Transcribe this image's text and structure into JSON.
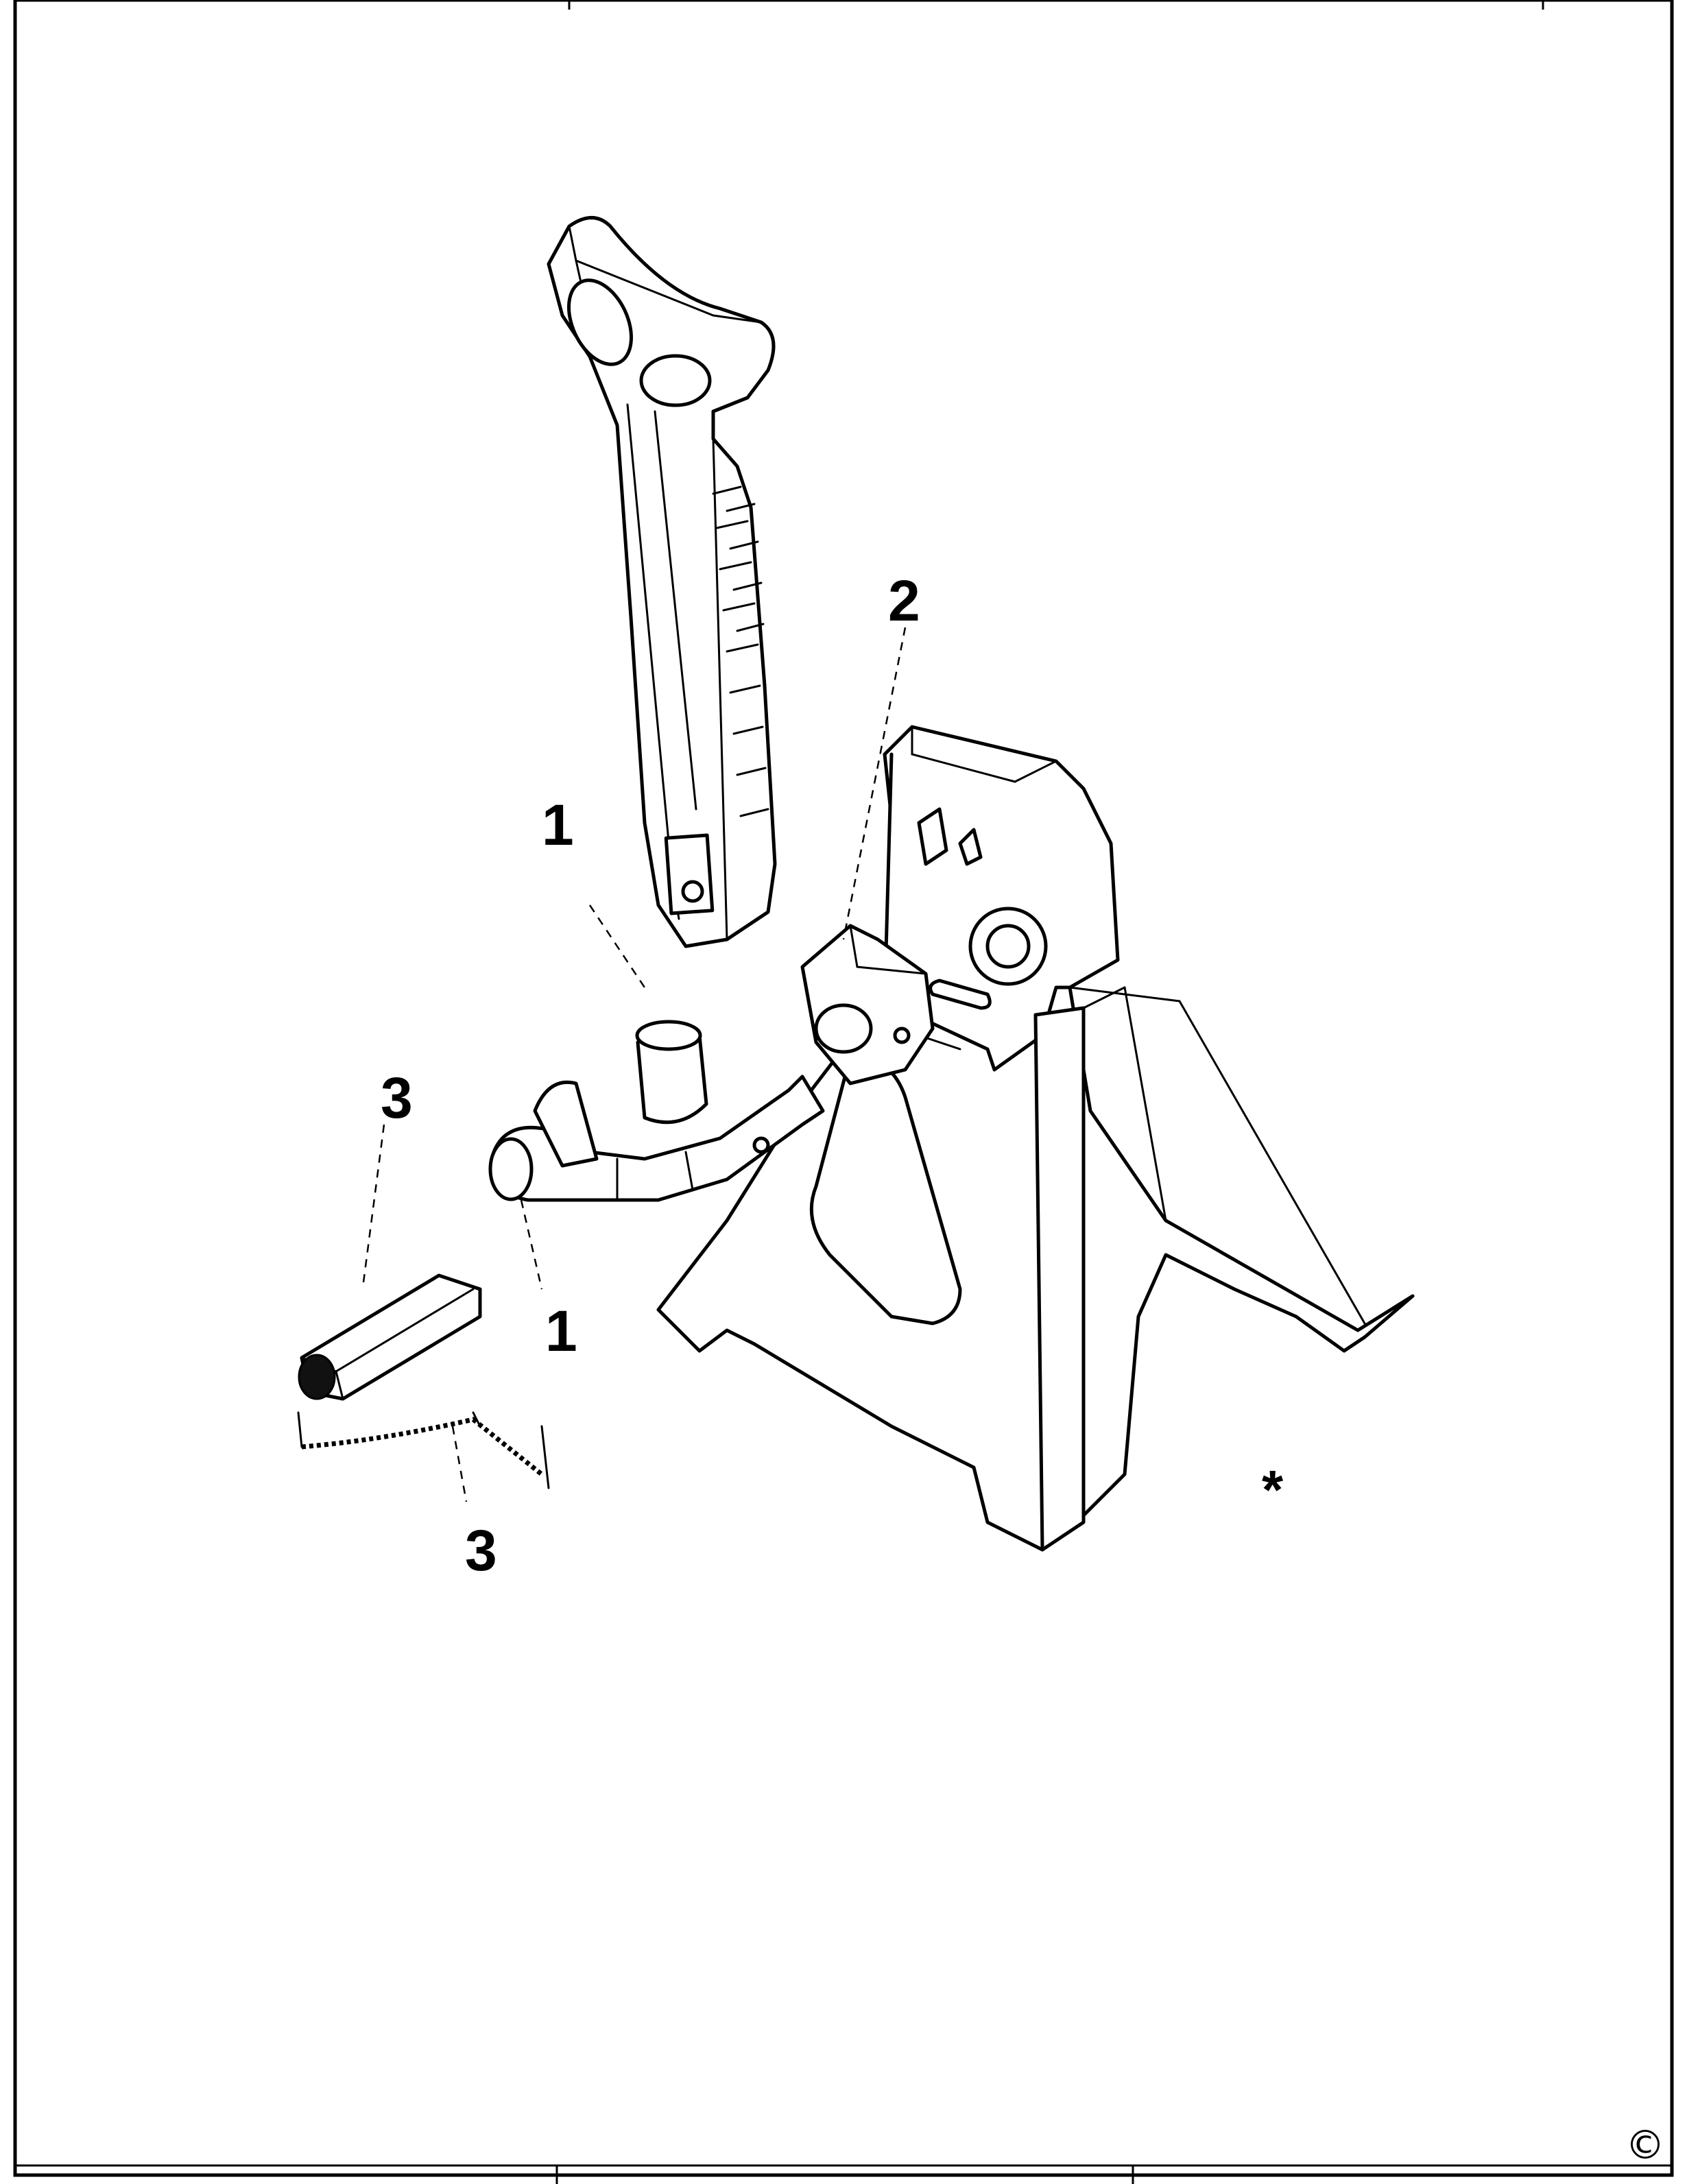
{
  "callouts": {
    "top_1": "1",
    "top_2": "2",
    "left_3": "3",
    "mid_1": "1",
    "bottom_3": "3"
  },
  "asterisk": "*",
  "copyright": "©"
}
